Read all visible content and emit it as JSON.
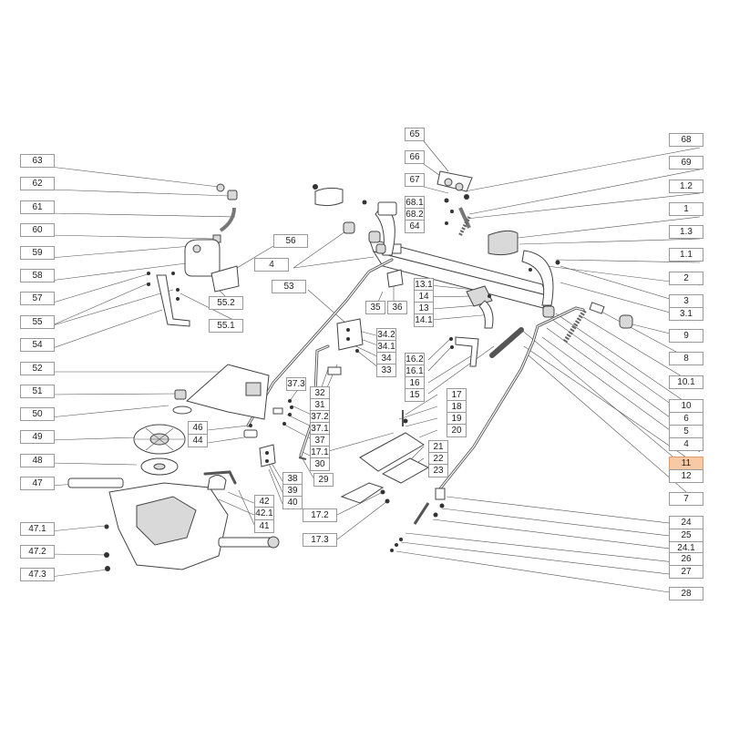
{
  "callouts": [
    {
      "id": "65",
      "t": "65"
    },
    {
      "id": "66",
      "t": "66"
    },
    {
      "id": "67",
      "t": "67"
    },
    {
      "id": "68_1",
      "t": "68.1"
    },
    {
      "id": "68_2",
      "t": "68.2"
    },
    {
      "id": "64",
      "t": "64"
    },
    {
      "id": "68",
      "t": "68"
    },
    {
      "id": "69",
      "t": "69"
    },
    {
      "id": "1_2",
      "t": "1.2"
    },
    {
      "id": "1",
      "t": "1"
    },
    {
      "id": "1_3",
      "t": "1.3"
    },
    {
      "id": "1_1",
      "t": "1.1"
    },
    {
      "id": "2",
      "t": "2"
    },
    {
      "id": "3",
      "t": "3"
    },
    {
      "id": "3_1",
      "t": "3.1"
    },
    {
      "id": "9",
      "t": "9"
    },
    {
      "id": "8",
      "t": "8"
    },
    {
      "id": "10_1",
      "t": "10.1"
    },
    {
      "id": "10",
      "t": "10"
    },
    {
      "id": "6",
      "t": "6"
    },
    {
      "id": "5",
      "t": "5"
    },
    {
      "id": "4r",
      "t": "4"
    },
    {
      "id": "11",
      "t": "11"
    },
    {
      "id": "12",
      "t": "12"
    },
    {
      "id": "7",
      "t": "7"
    },
    {
      "id": "24",
      "t": "24"
    },
    {
      "id": "25",
      "t": "25"
    },
    {
      "id": "24_1",
      "t": "24.1"
    },
    {
      "id": "26",
      "t": "26"
    },
    {
      "id": "27",
      "t": "27"
    },
    {
      "id": "28",
      "t": "28"
    },
    {
      "id": "63",
      "t": "63"
    },
    {
      "id": "62",
      "t": "62"
    },
    {
      "id": "61",
      "t": "61"
    },
    {
      "id": "60",
      "t": "60"
    },
    {
      "id": "59",
      "t": "59"
    },
    {
      "id": "58",
      "t": "58"
    },
    {
      "id": "57",
      "t": "57"
    },
    {
      "id": "55",
      "t": "55"
    },
    {
      "id": "54",
      "t": "54"
    },
    {
      "id": "56",
      "t": "56"
    },
    {
      "id": "55_2",
      "t": "55.2"
    },
    {
      "id": "55_1",
      "t": "55.1"
    },
    {
      "id": "4l",
      "t": "4"
    },
    {
      "id": "53",
      "t": "53"
    },
    {
      "id": "52",
      "t": "52"
    },
    {
      "id": "51",
      "t": "51"
    },
    {
      "id": "50",
      "t": "50"
    },
    {
      "id": "49",
      "t": "49"
    },
    {
      "id": "48",
      "t": "48"
    },
    {
      "id": "47",
      "t": "47"
    },
    {
      "id": "47_1",
      "t": "47.1"
    },
    {
      "id": "47_2",
      "t": "47.2"
    },
    {
      "id": "47_3",
      "t": "47.3"
    },
    {
      "id": "46",
      "t": "46"
    },
    {
      "id": "44",
      "t": "44"
    },
    {
      "id": "42",
      "t": "42"
    },
    {
      "id": "42_1",
      "t": "42.1"
    },
    {
      "id": "41",
      "t": "41"
    },
    {
      "id": "38",
      "t": "38"
    },
    {
      "id": "39",
      "t": "39"
    },
    {
      "id": "40",
      "t": "40"
    },
    {
      "id": "37_3",
      "t": "37.3"
    },
    {
      "id": "32",
      "t": "32"
    },
    {
      "id": "31",
      "t": "31"
    },
    {
      "id": "37_2",
      "t": "37.2"
    },
    {
      "id": "37_1",
      "t": "37.1"
    },
    {
      "id": "37",
      "t": "37"
    },
    {
      "id": "17_1",
      "t": "17.1"
    },
    {
      "id": "30",
      "t": "30"
    },
    {
      "id": "29",
      "t": "29"
    },
    {
      "id": "35",
      "t": "35"
    },
    {
      "id": "36",
      "t": "36"
    },
    {
      "id": "34_2",
      "t": "34.2"
    },
    {
      "id": "34_1",
      "t": "34.1"
    },
    {
      "id": "34",
      "t": "34"
    },
    {
      "id": "33",
      "t": "33"
    },
    {
      "id": "13_1",
      "t": "13.1"
    },
    {
      "id": "14",
      "t": "14"
    },
    {
      "id": "13",
      "t": "13"
    },
    {
      "id": "14_1",
      "t": "14.1"
    },
    {
      "id": "16_2",
      "t": "16.2"
    },
    {
      "id": "16_1",
      "t": "16.1"
    },
    {
      "id": "16",
      "t": "16"
    },
    {
      "id": "15",
      "t": "15"
    },
    {
      "id": "17",
      "t": "17"
    },
    {
      "id": "18",
      "t": "18"
    },
    {
      "id": "19",
      "t": "19"
    },
    {
      "id": "20",
      "t": "20"
    },
    {
      "id": "21",
      "t": "21"
    },
    {
      "id": "22",
      "t": "22"
    },
    {
      "id": "23",
      "t": "23"
    },
    {
      "id": "17_2",
      "t": "17.2"
    },
    {
      "id": "17_3",
      "t": "17.3"
    }
  ],
  "highlight_color": "#f7c9a6"
}
